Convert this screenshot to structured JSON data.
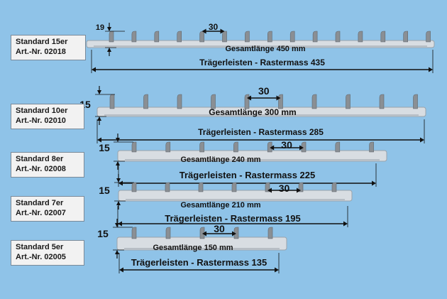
{
  "background_color": "#8fc3e8",
  "rail_color": "#d8dde2",
  "hook_color": "#8a8f94",
  "arrow_color": "#111111",
  "products": [
    {
      "name": "Standard 15er",
      "article": "Art.-Nr. 02018",
      "height_label": "19",
      "pitch_label": "30",
      "total_length_label": "Gesamtlänge 450 mm",
      "raster_label": "Trägerleisten - Rastermass 435",
      "hooks": 15
    },
    {
      "name": "Standard 10er",
      "article": "Art.-Nr. 02010",
      "height_label": "15",
      "pitch_label": "30",
      "total_length_label": "Gesamtlänge 300 mm",
      "raster_label": "Trägerleisten - Rastermass 285",
      "hooks": 10
    },
    {
      "name": "Standard 8er",
      "article": "Art.-Nr. 02008",
      "height_label": "15",
      "pitch_label": "30",
      "total_length_label": "Gesamtlänge 240 mm",
      "raster_label": "Trägerleisten - Rastermass 225",
      "hooks": 8
    },
    {
      "name": "Standard 7er",
      "article": "Art.-Nr. 02007",
      "height_label": "15",
      "pitch_label": "30",
      "total_length_label": "Gesamtlänge 210 mm",
      "raster_label": "Trägerleisten - Rastermass 195",
      "hooks": 7
    },
    {
      "name": "Standard 5er",
      "article": "Art.-Nr. 02005",
      "height_label": "15",
      "pitch_label": "30",
      "total_length_label": "Gesamtlänge 150 mm",
      "raster_label": "Trägerleisten - Rastermass 135",
      "hooks": 5
    }
  ]
}
